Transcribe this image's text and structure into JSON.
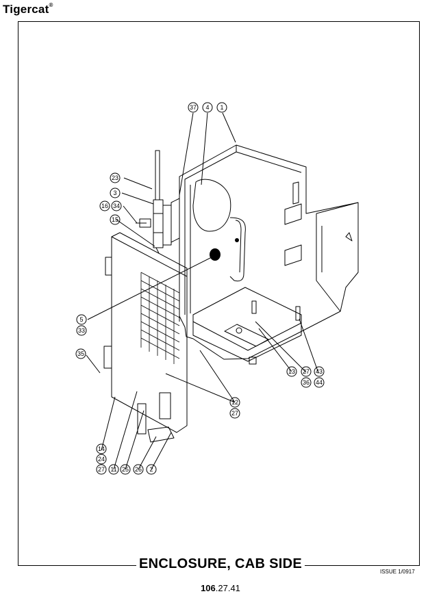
{
  "header": {
    "brand": "Tigercat",
    "brand_mark": "®"
  },
  "footer": {
    "title": "ENCLOSURE, CAB SIDE",
    "issue": "ISSUE 1/0917",
    "page_bold": "106",
    "page_rest": ".27.41"
  },
  "callouts": [
    {
      "id": "c37",
      "label": "37"
    },
    {
      "id": "c4",
      "label": "4"
    },
    {
      "id": "c1",
      "label": "1"
    },
    {
      "id": "c23",
      "label": "23"
    },
    {
      "id": "c3",
      "label": "3"
    },
    {
      "id": "c16",
      "label": "16"
    },
    {
      "id": "c34",
      "label": "34"
    },
    {
      "id": "c15",
      "label": "15"
    },
    {
      "id": "c5",
      "label": "5"
    },
    {
      "id": "c33",
      "label": "33"
    },
    {
      "id": "c35",
      "label": "35"
    },
    {
      "id": "c13",
      "label": "13"
    },
    {
      "id": "c27a",
      "label": "27"
    },
    {
      "id": "c43",
      "label": "43"
    },
    {
      "id": "c36",
      "label": "36"
    },
    {
      "id": "c44",
      "label": "44"
    },
    {
      "id": "c12",
      "label": "12"
    },
    {
      "id": "c27b",
      "label": "27"
    },
    {
      "id": "c14",
      "label": "14"
    },
    {
      "id": "c24",
      "label": "24"
    },
    {
      "id": "c27c",
      "label": "27"
    },
    {
      "id": "c11",
      "label": "11"
    },
    {
      "id": "c25",
      "label": "25"
    },
    {
      "id": "c26",
      "label": "26"
    },
    {
      "id": "c2",
      "label": "2"
    }
  ]
}
